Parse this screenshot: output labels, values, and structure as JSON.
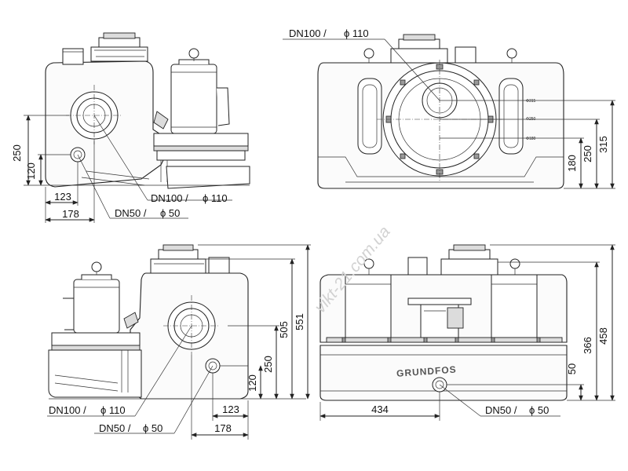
{
  "watermark": "vikt-21.com.ua",
  "brand_label": "GRUNDFOS",
  "views": {
    "top_left": {
      "dims_vertical": [
        "250",
        "120"
      ],
      "dims_horizontal": [
        "123",
        "178"
      ],
      "callouts": [
        {
          "dn": "DN100 /",
          "phi": "ϕ 110"
        },
        {
          "dn": "DN50 /",
          "phi": "ϕ 50"
        }
      ]
    },
    "top_right": {
      "callout_top": {
        "dn": "DN100 /",
        "phi": "ϕ 110"
      },
      "dims_vertical": [
        "180",
        "250",
        "315"
      ],
      "tiny_marks": [
        "Φ315",
        "Φ250",
        "Φ180"
      ]
    },
    "bottom_left": {
      "dims_vertical": [
        "120",
        "250",
        "505",
        "551"
      ],
      "dims_horizontal": [
        "123",
        "178"
      ],
      "callouts": [
        {
          "dn": "DN100 /",
          "phi": "ϕ 110"
        },
        {
          "dn": "DN50 /",
          "phi": "ϕ 50"
        }
      ]
    },
    "bottom_right": {
      "dims_vertical": [
        "50",
        "366",
        "458"
      ],
      "dims_horizontal": [
        "434"
      ],
      "callout": {
        "dn": "DN50 /",
        "phi": "ϕ 50"
      }
    }
  }
}
